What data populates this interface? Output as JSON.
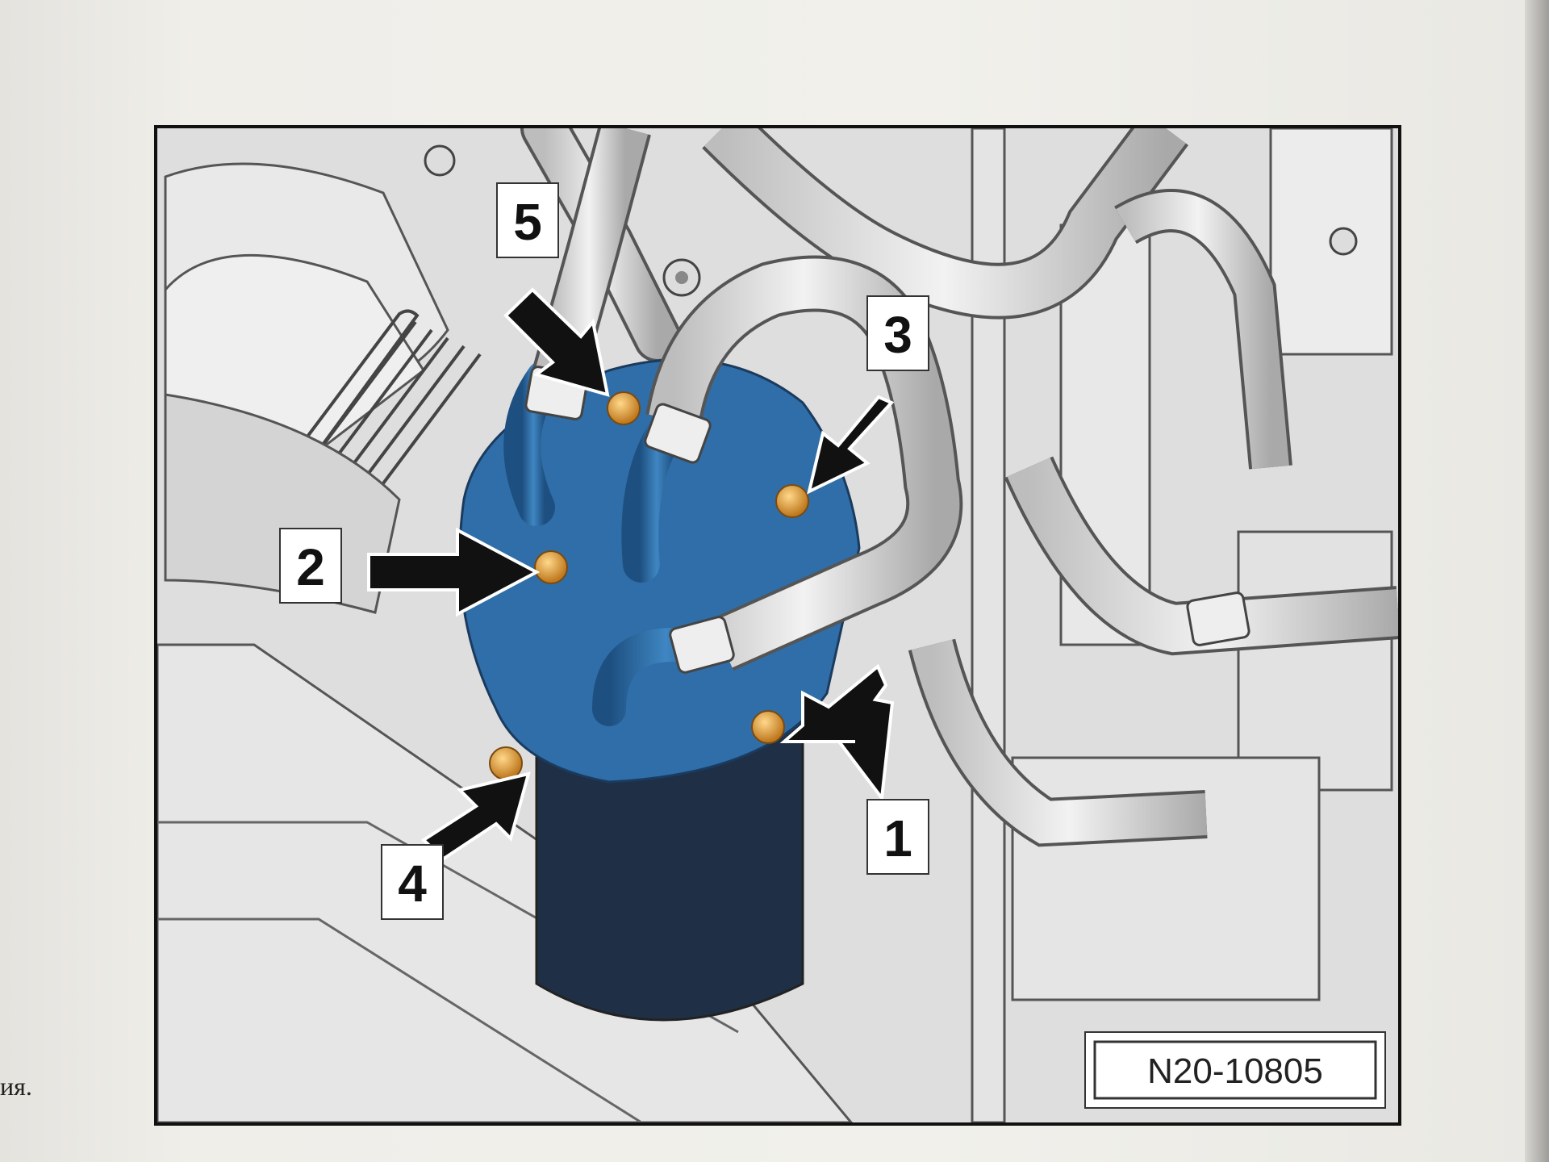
{
  "document": {
    "margin_fragment": "ия."
  },
  "figure": {
    "reference_code": "N20-10805",
    "callouts": [
      "1",
      "2",
      "3",
      "4",
      "5"
    ],
    "colors": {
      "component_fill": "#2f6ea8",
      "component_shadow": "#1f2f45",
      "bolt_fill": "#e0a040",
      "arrow_fill": "#111111",
      "linework_bg": "#dedede"
    }
  }
}
